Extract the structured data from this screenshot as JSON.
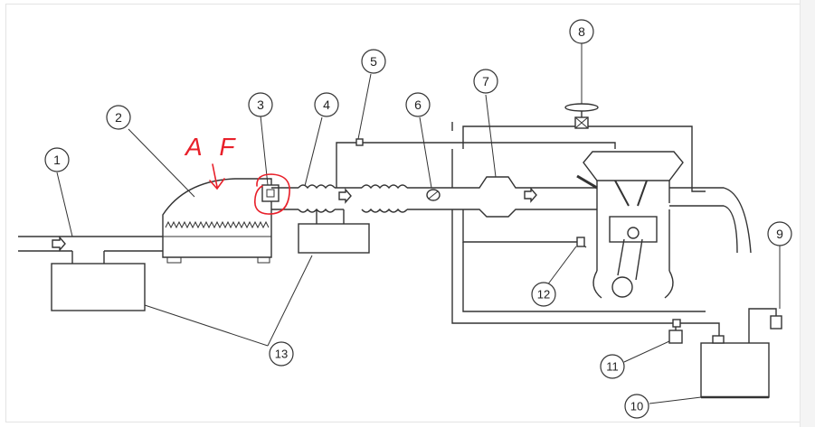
{
  "callouts": [
    {
      "id": "c1",
      "label": "1"
    },
    {
      "id": "c2",
      "label": "2"
    },
    {
      "id": "c3",
      "label": "3"
    },
    {
      "id": "c4",
      "label": "4"
    },
    {
      "id": "c5",
      "label": "5"
    },
    {
      "id": "c6",
      "label": "6"
    },
    {
      "id": "c7",
      "label": "7"
    },
    {
      "id": "c8",
      "label": "8"
    },
    {
      "id": "c9",
      "label": "9"
    },
    {
      "id": "c10",
      "label": "10"
    },
    {
      "id": "c11",
      "label": "11"
    },
    {
      "id": "c12",
      "label": "12"
    },
    {
      "id": "c13",
      "label": "13"
    }
  ],
  "annotation": {
    "text": "A F",
    "color": "#e8202a"
  },
  "colors": {
    "line": "#333333",
    "fill": "#ffffff",
    "accent": "#e8202a"
  }
}
